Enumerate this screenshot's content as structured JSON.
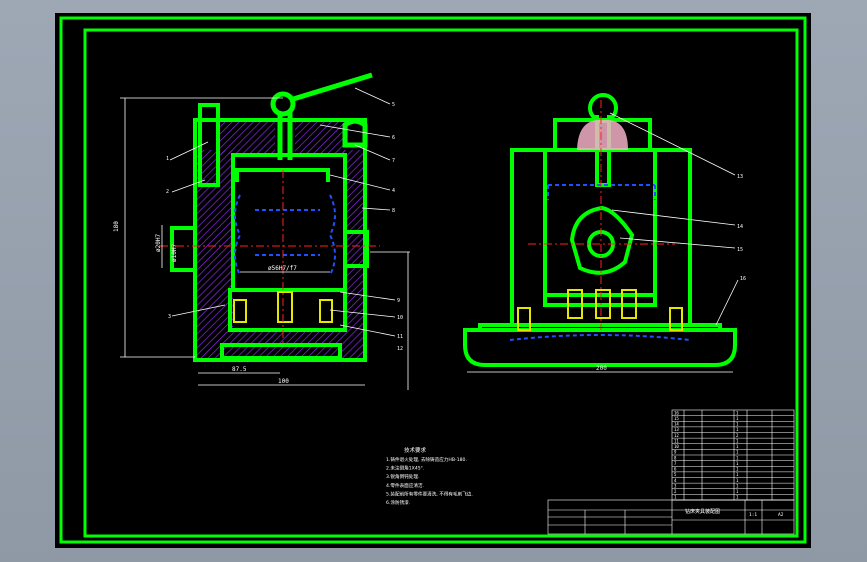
{
  "colors": {
    "viewport_bg": "#9aa4b1",
    "paper": "#000000",
    "frame": "#00ff00",
    "outline": "#00ff00",
    "hatch": "#8a2be2",
    "dimension": "#ffffff",
    "centerline": "#ff2020",
    "fastener": "#e6e600",
    "hidden": "#2050ff"
  },
  "front_view": {
    "dimensions": {
      "height": "180",
      "width_total": "100",
      "width_partial": "87.5",
      "bore_left": "ø20H7",
      "bore_left_2": "ø10H7",
      "inner_fit": "ø56H7/f7"
    },
    "leaders": [
      "1",
      "2",
      "3",
      "4",
      "5",
      "6",
      "7",
      "8",
      "9",
      "10",
      "11",
      "12"
    ]
  },
  "side_view": {
    "dimensions": {
      "width_total": "200"
    },
    "leaders": [
      "13",
      "14",
      "15",
      "16"
    ]
  },
  "notes": {
    "title": "技术要求",
    "lines": [
      "1.铸件退火处理, 去除铸造应力HB-180.",
      "2.未注倒角1X45°.",
      "3.锐角倒钝处理.",
      "4.零件表面应清洁.",
      "5.装配前所有零件要清洗, 不得有毛刺飞边.",
      "6.涂防锈漆."
    ]
  },
  "title_block": {
    "drawing_name": "钻床夹具装配图",
    "scale": "1:1",
    "sheet": "A2",
    "company": "",
    "parts_rows": [
      [
        "16",
        "",
        "",
        "1",
        "",
        ""
      ],
      [
        "15",
        "",
        "",
        "1",
        "",
        ""
      ],
      [
        "14",
        "",
        "",
        "1",
        "",
        ""
      ],
      [
        "13",
        "",
        "",
        "1",
        "",
        ""
      ],
      [
        "12",
        "",
        "",
        "2",
        "",
        ""
      ],
      [
        "11",
        "",
        "",
        "1",
        "",
        ""
      ],
      [
        "10",
        "",
        "",
        "1",
        "",
        ""
      ],
      [
        "9",
        "",
        "",
        "1",
        "",
        ""
      ],
      [
        "8",
        "",
        "",
        "1",
        "",
        ""
      ],
      [
        "7",
        "",
        "",
        "1",
        "",
        ""
      ],
      [
        "6",
        "",
        "",
        "1",
        "",
        ""
      ],
      [
        "5",
        "",
        "",
        "1",
        "",
        ""
      ],
      [
        "4",
        "",
        "",
        "1",
        "",
        ""
      ],
      [
        "3",
        "",
        "",
        "1",
        "",
        ""
      ],
      [
        "2",
        "",
        "",
        "1",
        "",
        ""
      ],
      [
        "1",
        "",
        "",
        "1",
        "",
        ""
      ]
    ]
  }
}
